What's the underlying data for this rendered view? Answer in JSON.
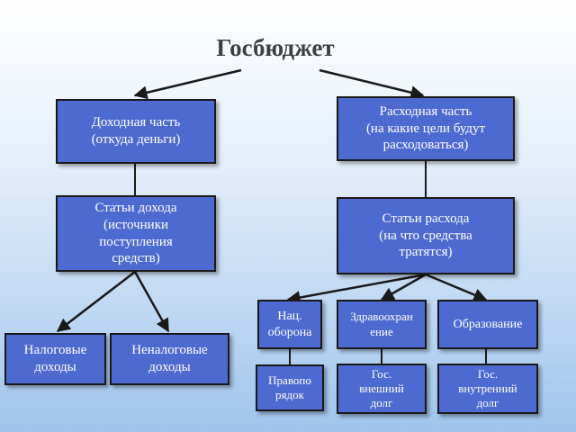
{
  "title": "Госбюджет",
  "nodes": {
    "income": "Доходная часть\n(откуда деньги)",
    "expense": "Расходная часть\n(на какие цели будут\nрасходоваться)",
    "income_items": "Статьи дохода\n(источники\nпоступления\nсредств)",
    "expense_items": "Статьи расхода\n(на что средства\nтратятся)",
    "tax": "Налоговые\nдоходы",
    "nontax": "Неналоговые\nдоходы",
    "defense": "Нац.\nоборона",
    "health": "Здравоохран\nение",
    "education": "Образование",
    "law": "Правопо\nрядок",
    "ext_debt": "Гос.\nвнешний\nдолг",
    "int_debt": "Гос.\nвнутренний\nдолг"
  },
  "colors": {
    "node_fill": "#4d6ad0",
    "node_border": "#1a1a1a",
    "text": "#ffffff",
    "title": "#404040",
    "connector": "#1a1a1a"
  }
}
